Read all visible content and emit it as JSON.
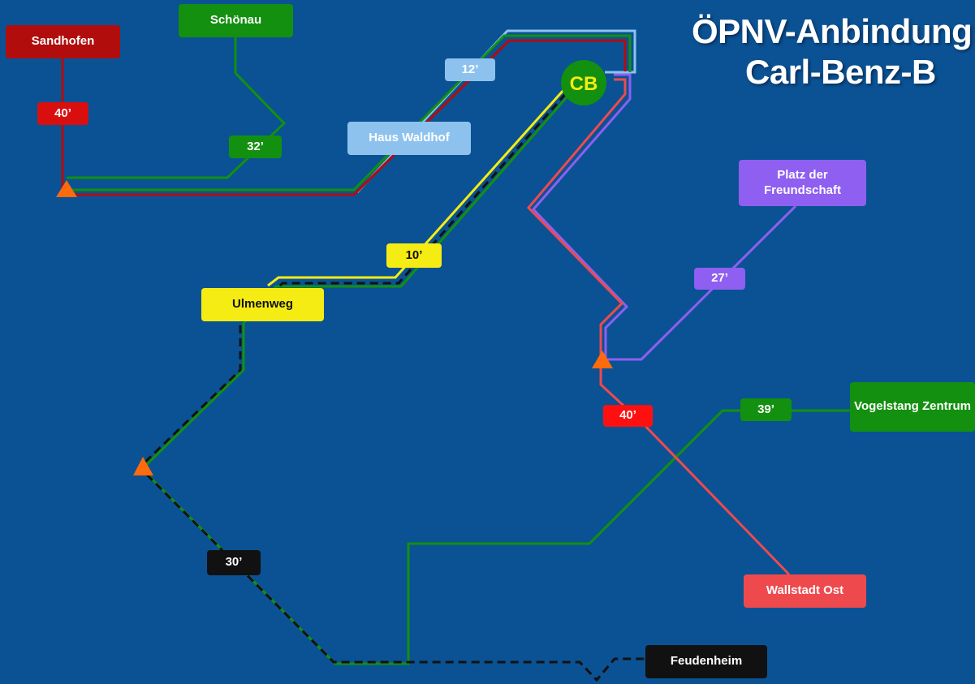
{
  "title": {
    "line1": "ÖPNV-Anbindung",
    "line2": "Carl-Benz-B"
  },
  "hub": {
    "label": "CB",
    "color": "#13900f",
    "text_color": "#f5ec13"
  },
  "destinations": {
    "sandhofen": "Sandhofen",
    "schoenau": "Schönau",
    "haus_waldhof": "Haus Waldhof",
    "ulmenweg": "Ulmenweg",
    "platz_der_freundschaft": "Platz der Freundschaft",
    "vogelstang_zentrum": "Vogelstang Zentrum",
    "wallstadt_ost": "Wallstadt Ost",
    "feudenheim": "Feudenheim"
  },
  "travel_times": {
    "sandhofen": "40’",
    "schoenau": "32’",
    "haus_waldhof": "12’",
    "ulmenweg": "10’",
    "platz_der_freundschaft": "27’",
    "wallstadt_ost": "40’",
    "vogelstang_zentrum": "39’",
    "feudenheim": "30’"
  },
  "colors": {
    "background": "#0a5294",
    "sandhofen_line": "#b10d0d",
    "schoenau_line": "#13900f",
    "haus_waldhof_line": "#8ec2ee",
    "ulmenweg_line": "#f5ec13",
    "platz_line": "#8e5ff0",
    "wallstadt_line": "#ee4a4e",
    "vogelstang_line": "#13900f",
    "feudenheim_line": "#111111",
    "transfer_marker": "#ff6a0d"
  }
}
